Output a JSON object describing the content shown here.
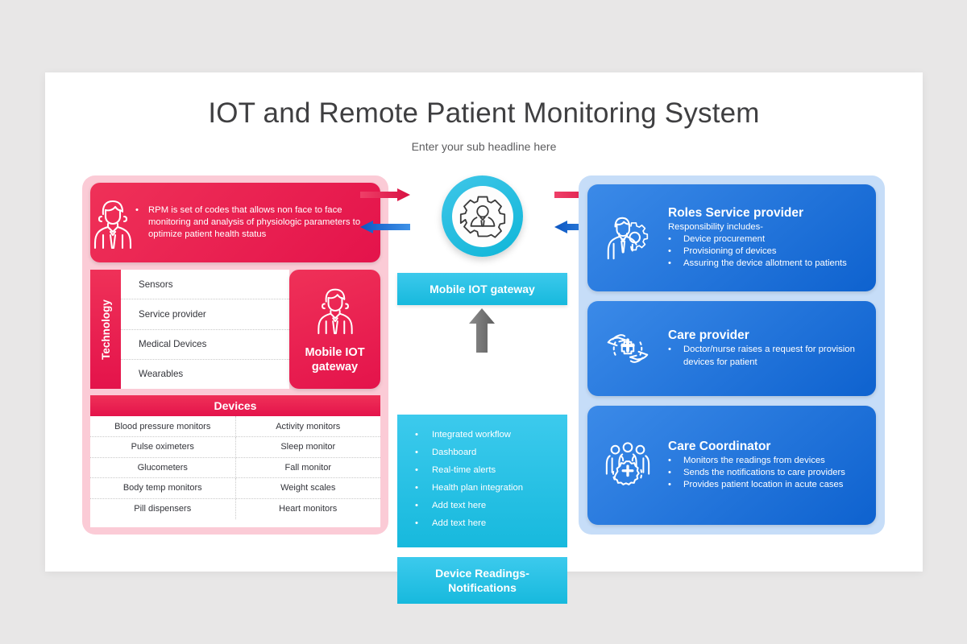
{
  "header": {
    "title": "IOT and Remote Patient Monitoring System",
    "subtitle": "Enter your sub headline here"
  },
  "colors": {
    "page_background": "#e8e7e7",
    "slide_background": "#ffffff",
    "red_accent": "#e8194a",
    "red_panel_background": "#fbcbd6",
    "cyan_accent": "#17b9dd",
    "blue_accent": "#0e62cf",
    "blue_panel_background": "#c6ddf8",
    "arrow_red": "#e21e4d",
    "arrow_blue": "#1669cf",
    "arrow_gray": "#6e6e6e",
    "title_text": "#3f3f41"
  },
  "left_panel": {
    "rpm_card": {
      "icon": "person-tie-icon",
      "bullet": "•",
      "text": "RPM is set of codes that allows non face to face monitoring and analysis of physiologic parameters to optimize patient health status"
    },
    "technology": {
      "label": "Technology",
      "items": [
        "Sensors",
        "Service  provider",
        "Medical  Devices",
        "Wearables"
      ]
    },
    "gateway_card": {
      "icon": "person-tie-icon",
      "label": "Mobile IOT gateway"
    },
    "devices": {
      "heading": "Devices",
      "rows": [
        [
          "Blood pressure monitors",
          "Activity monitors"
        ],
        [
          "Pulse oximeters",
          "Sleep monitor"
        ],
        [
          "Glucometers",
          "Fall monitor"
        ],
        [
          "Body temp monitors",
          "Weight scales"
        ],
        [
          "Pill dispensers",
          "Heart monitors"
        ]
      ]
    }
  },
  "center": {
    "hub_icon": "gear-person-icon",
    "arrows": [
      {
        "name": "arrow-left-red-inbound",
        "direction": "right",
        "color": "#e21e4d"
      },
      {
        "name": "arrow-left-blue-outbound",
        "direction": "left",
        "color": "#1669cf"
      },
      {
        "name": "arrow-right-red-outbound",
        "direction": "right",
        "color": "#e21e4d"
      },
      {
        "name": "arrow-right-blue-inbound",
        "direction": "left",
        "color": "#1669cf"
      },
      {
        "name": "arrow-up-gray",
        "direction": "up",
        "color": "#6e6e6e"
      }
    ],
    "gateway_bar": "Mobile IOT gateway",
    "features": {
      "bullet": "•",
      "items": [
        "Integrated workflow",
        "Dashboard",
        "Real-time alerts",
        "Health plan integration",
        "Add text here",
        "Add text here"
      ]
    },
    "readings_box": {
      "line1": "Device Readings-",
      "line2": "Notifications"
    }
  },
  "right_panel": {
    "cards": [
      {
        "icon": "person-gear-icon",
        "title": "Roles Service provider",
        "subtitle": "Responsibility includes-",
        "bullet": "•",
        "items": [
          "Device procurement",
          "Provisioning of devices",
          "Assuring the device allotment to patients"
        ]
      },
      {
        "icon": "hands-cross-icon",
        "title": "Care provider",
        "subtitle": "",
        "bullet": "•",
        "items": [
          "Doctor/nurse raises a request for provision devices for patient"
        ]
      },
      {
        "icon": "people-gear-cross-icon",
        "title": "Care Coordinator",
        "subtitle": "",
        "bullet": "•",
        "items": [
          "Monitors the readings from devices",
          "Sends the notifications to care providers",
          "Provides patient location in acute cases"
        ]
      }
    ]
  }
}
